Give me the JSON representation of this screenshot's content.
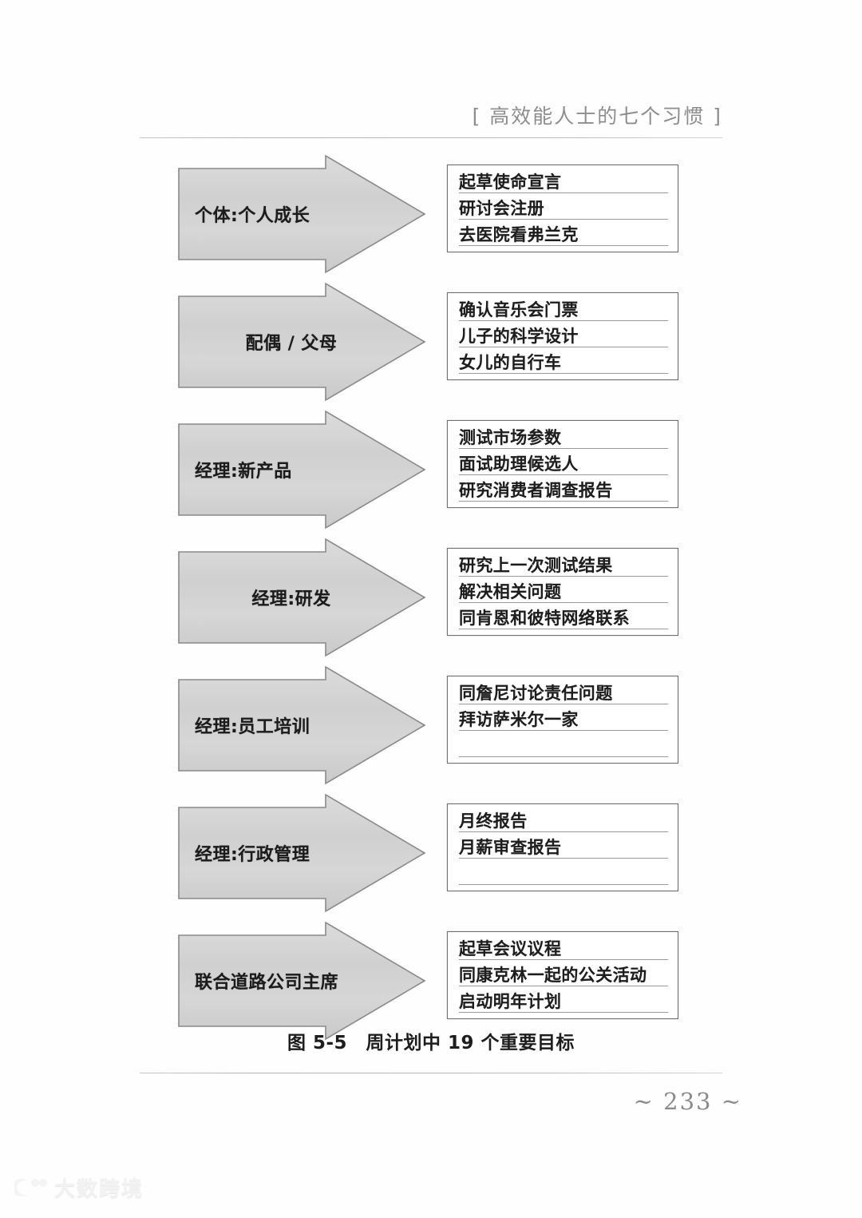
{
  "page": {
    "running_head": "[ 高效能人士的七个习惯 ]",
    "caption": "图 5-5　周计划中 19 个重要目标",
    "page_number": "~ 233 ~",
    "watermark_text": "大数跨境",
    "colors": {
      "arrow_fill": "#d3d3d3",
      "arrow_stroke": "#8a8a8a",
      "box_stroke": "#6f6f6f",
      "ink": "#1d1d1d",
      "rule": "#bdbdbd",
      "head_text": "#8d8d8d"
    }
  },
  "rows": [
    {
      "role": "个体:个人成长",
      "align": "left",
      "tasks": [
        "起草使命宣言",
        "研讨会注册",
        "去医院看弗兰克"
      ]
    },
    {
      "role": "配偶 / 父母",
      "align": "center",
      "tasks": [
        "确认音乐会门票",
        "儿子的科学设计",
        "女儿的自行车"
      ]
    },
    {
      "role": "经理:新产品",
      "align": "left",
      "tasks": [
        "测试市场参数",
        "面试助理候选人",
        "研究消费者调查报告"
      ]
    },
    {
      "role": "经理:研发",
      "align": "center",
      "tasks": [
        "研究上一次测试结果",
        "解决相关问题",
        "同肯恩和彼特网络联系"
      ]
    },
    {
      "role": "经理:员工培训",
      "align": "left",
      "tasks": [
        "同詹尼讨论责任问题",
        "拜访萨米尔一家",
        ""
      ]
    },
    {
      "role": "经理:行政管理",
      "align": "left",
      "tasks": [
        "月终报告",
        "月薪审查报告",
        ""
      ]
    },
    {
      "role": "联合道路公司主席",
      "align": "left",
      "tasks": [
        "起草会议议程",
        "同康克林一起的公关活动",
        "启动明年计划"
      ]
    }
  ]
}
